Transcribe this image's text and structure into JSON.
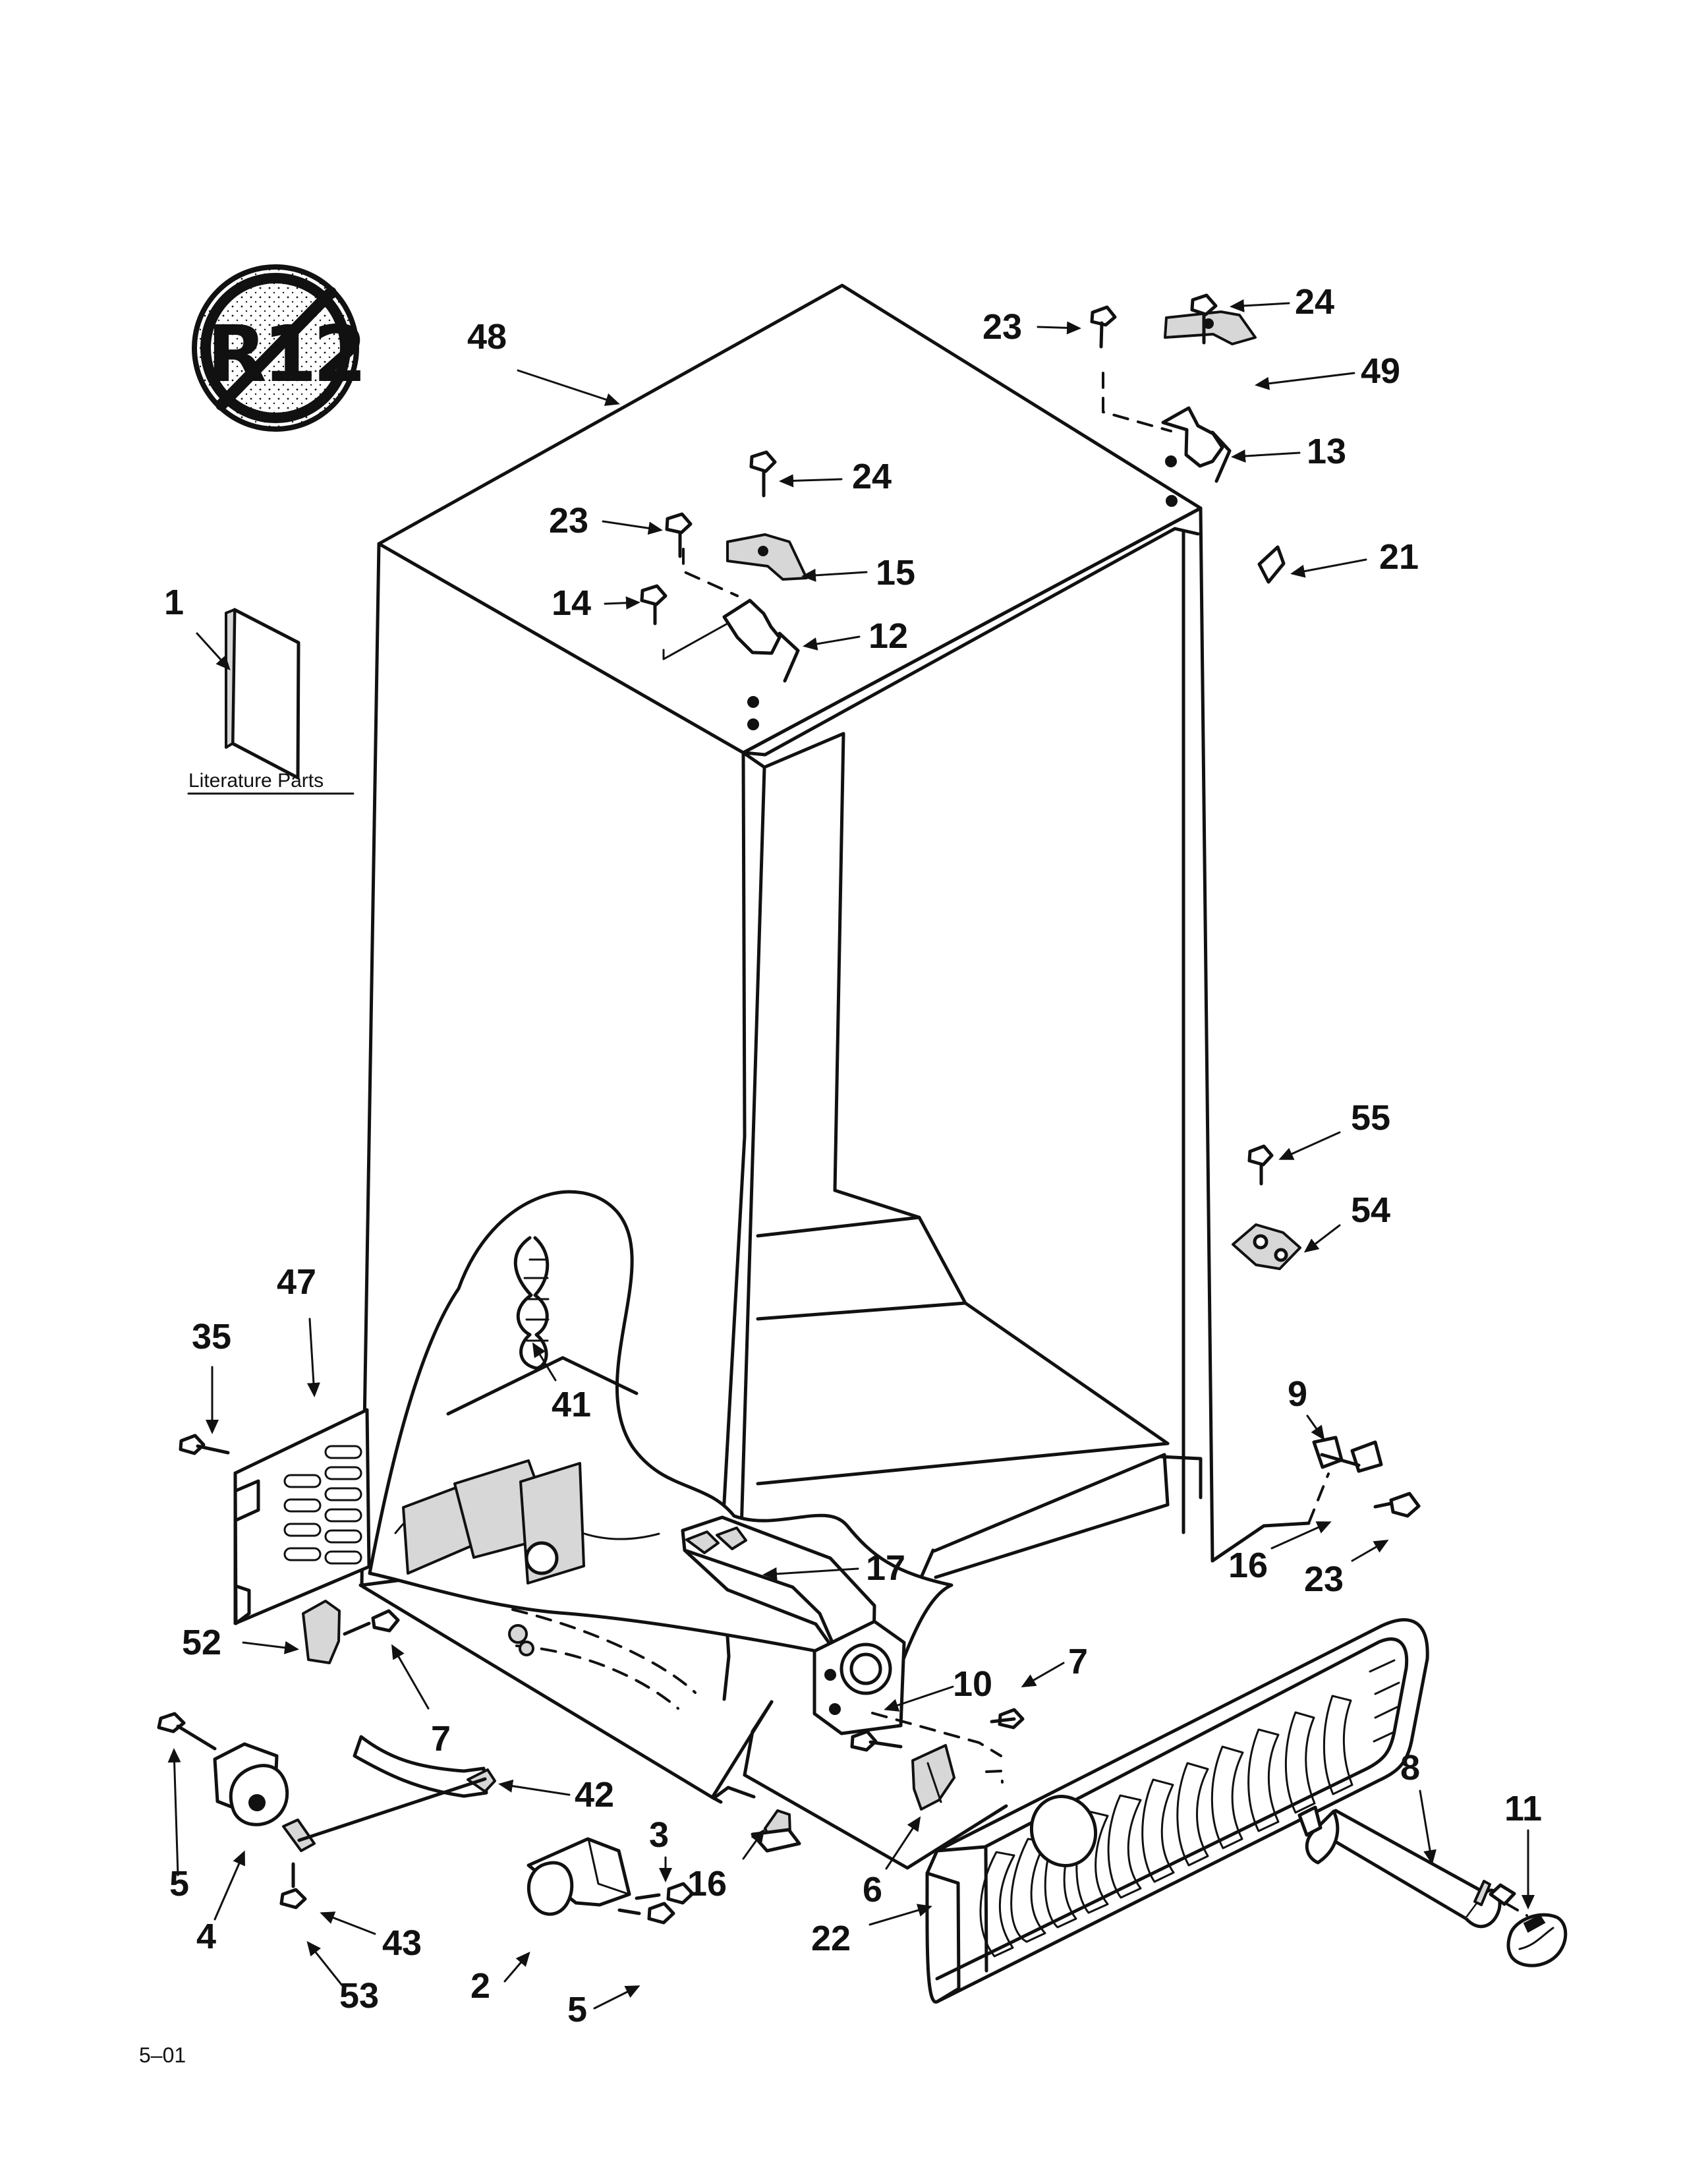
{
  "logo": {
    "name": "r12-prohibited-symbol",
    "text": "R12"
  },
  "literature": {
    "label": "Literature Parts"
  },
  "footer": {
    "revision": "5–01"
  },
  "labels": [
    {
      "id": "1",
      "text": "1"
    },
    {
      "id": "48",
      "text": "48"
    },
    {
      "id": "23-top",
      "text": "23"
    },
    {
      "id": "24-top",
      "text": "24"
    },
    {
      "id": "49",
      "text": "49"
    },
    {
      "id": "13",
      "text": "13"
    },
    {
      "id": "24-middle",
      "text": "24"
    },
    {
      "id": "23-middle",
      "text": "23"
    },
    {
      "id": "15",
      "text": "15"
    },
    {
      "id": "14",
      "text": "14"
    },
    {
      "id": "12",
      "text": "12"
    },
    {
      "id": "21",
      "text": "21"
    },
    {
      "id": "55",
      "text": "55"
    },
    {
      "id": "54",
      "text": "54"
    },
    {
      "id": "47",
      "text": "47"
    },
    {
      "id": "35",
      "text": "35"
    },
    {
      "id": "41",
      "text": "41"
    },
    {
      "id": "9",
      "text": "9"
    },
    {
      "id": "16-right",
      "text": "16"
    },
    {
      "id": "23-right",
      "text": "23"
    },
    {
      "id": "17",
      "text": "17"
    },
    {
      "id": "52",
      "text": "52"
    },
    {
      "id": "7-left",
      "text": "7"
    },
    {
      "id": "10",
      "text": "10"
    },
    {
      "id": "7-right",
      "text": "7"
    },
    {
      "id": "42",
      "text": "42"
    },
    {
      "id": "5-left",
      "text": "5"
    },
    {
      "id": "4",
      "text": "4"
    },
    {
      "id": "43",
      "text": "43"
    },
    {
      "id": "53",
      "text": "53"
    },
    {
      "id": "3",
      "text": "3"
    },
    {
      "id": "16-bottom",
      "text": "16"
    },
    {
      "id": "2",
      "text": "2"
    },
    {
      "id": "5-bottom",
      "text": "5"
    },
    {
      "id": "6",
      "text": "6"
    },
    {
      "id": "22",
      "text": "22"
    },
    {
      "id": "8",
      "text": "8"
    },
    {
      "id": "11",
      "text": "11"
    }
  ]
}
